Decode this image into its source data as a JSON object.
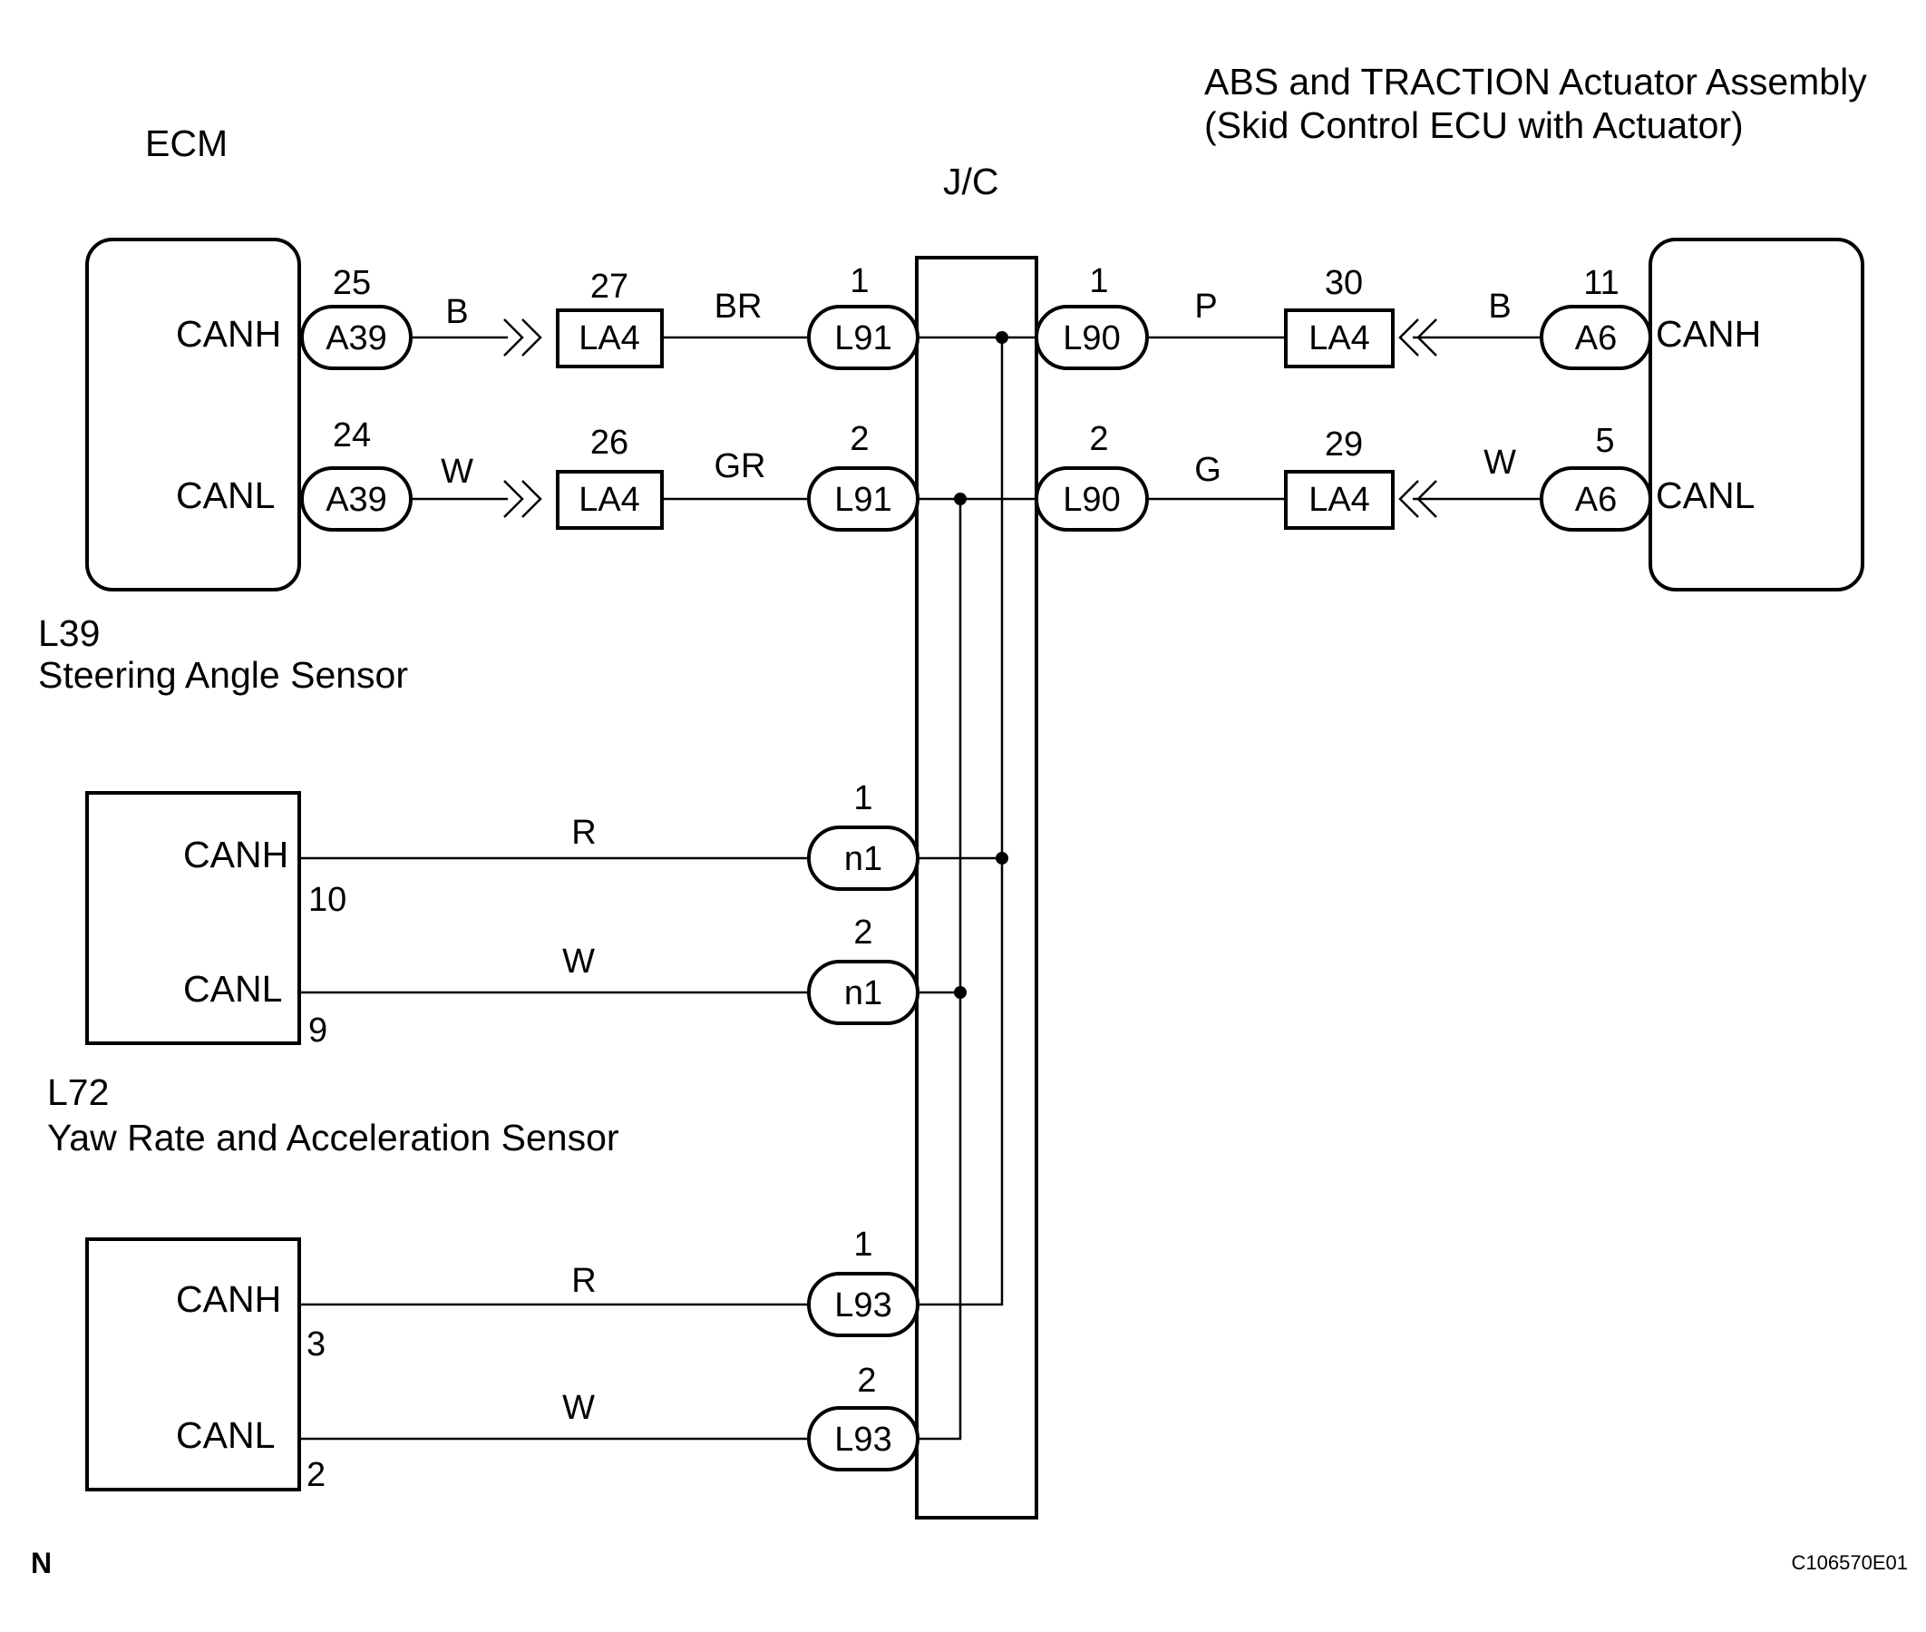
{
  "components": {
    "ecm": "ECM",
    "abs_line1": "ABS and TRACTION Actuator Assembly",
    "abs_line2": "(Skid Control ECU with Actuator)",
    "jc": "J/C",
    "l39_code": "L39",
    "l39_name": "Steering Angle Sensor",
    "l72_code": "L72",
    "l72_name": "Yaw Rate and Acceleration Sensor"
  },
  "signals": {
    "canh": "CANH",
    "canl": "CANL"
  },
  "connectors": {
    "a39": "A39",
    "la4": "LA4",
    "l91": "L91",
    "l90": "L90",
    "a6": "A6",
    "n1": "n1",
    "l93": "L93"
  },
  "pins": {
    "ecm_canh": "25",
    "ecm_canl": "24",
    "la4_ecm_h": "27",
    "la4_ecm_l": "26",
    "l91_h": "1",
    "l91_l": "2",
    "l90_h": "1",
    "l90_l": "2",
    "la4_abs_h": "30",
    "la4_abs_l": "29",
    "a6_h": "11",
    "a6_l": "5",
    "n1_h": "1",
    "n1_l": "2",
    "l39_h": "10",
    "l39_l": "9",
    "l93_h": "1",
    "l93_l": "2",
    "l72_h": "3",
    "l72_l": "2"
  },
  "wire_colors": {
    "ecm_h": "B",
    "ecm_l": "W",
    "la4_l91_h": "BR",
    "la4_l91_l": "GR",
    "l90_la4_h": "P",
    "l90_la4_l": "G",
    "abs_h": "B",
    "abs_l": "W",
    "l39_h": "R",
    "l39_l": "W",
    "l72_h": "R",
    "l72_l": "W"
  },
  "footer": {
    "left": "N",
    "right": "C106570E01"
  }
}
